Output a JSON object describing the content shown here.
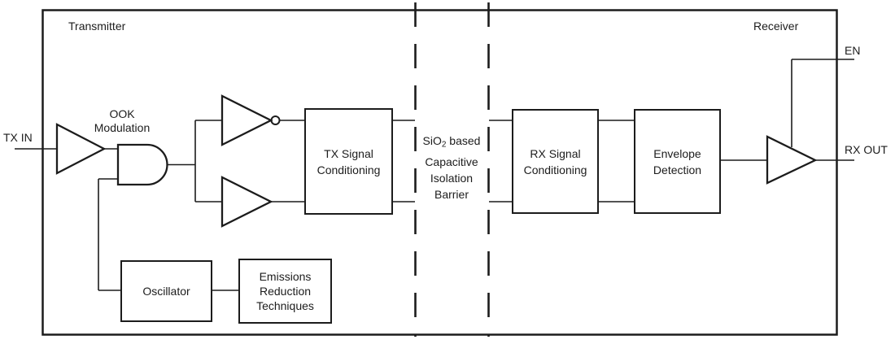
{
  "diagram": {
    "transmitter_label": "Transmitter",
    "receiver_label": "Receiver",
    "ports": {
      "tx_in": "TX IN",
      "en": "EN",
      "rx_out": "RX OUT"
    },
    "ook_modulation": {
      "line1": "OOK",
      "line2": "Modulation"
    },
    "blocks": {
      "tx_signal_conditioning": {
        "line1": "TX Signal",
        "line2": "Conditioning"
      },
      "rx_signal_conditioning": {
        "line1": "RX Signal",
        "line2": "Conditioning"
      },
      "envelope_detection": {
        "line1": "Envelope",
        "line2": "Detection"
      },
      "oscillator": {
        "label": "Oscillator"
      },
      "emissions_reduction": {
        "line1": "Emissions",
        "line2": "Reduction",
        "line3": "Techniques"
      }
    },
    "barrier": {
      "formula_base": "SiO",
      "formula_subscript": "2",
      "formula_rest": " based",
      "line2": "Capacitive",
      "line3": "Isolation",
      "line4": "Barrier"
    },
    "colors": {
      "stroke": "#1c1c1c",
      "background": "#ffffff"
    }
  }
}
